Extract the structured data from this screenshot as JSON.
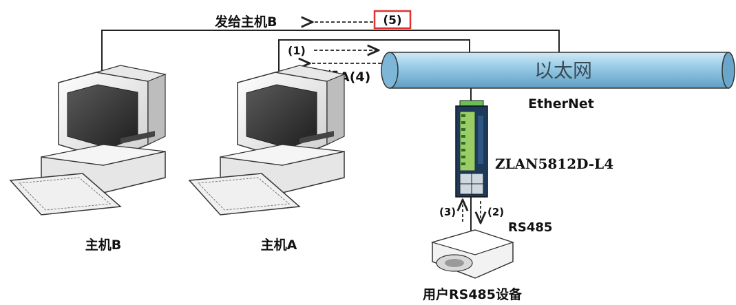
{
  "labels": {
    "send_to_host_b": "发给主机B",
    "step5": "(5)",
    "step1": "(1)",
    "send_to_host_a": "发主机A(4)",
    "network_cn": "以太网",
    "network_en": "EtherNet",
    "device_model": "ZLAN5812D-L4",
    "step3": "(3)",
    "step2": "(2)",
    "rs485": "RS485",
    "host_b": "主机B",
    "host_a": "主机A",
    "user_device": "用户RS485设备"
  },
  "colors": {
    "pipe_fill": "#8fc3de",
    "step5_box": "#e03030",
    "device_body": "#1d3a5a",
    "device_panel": "#9acd64"
  }
}
